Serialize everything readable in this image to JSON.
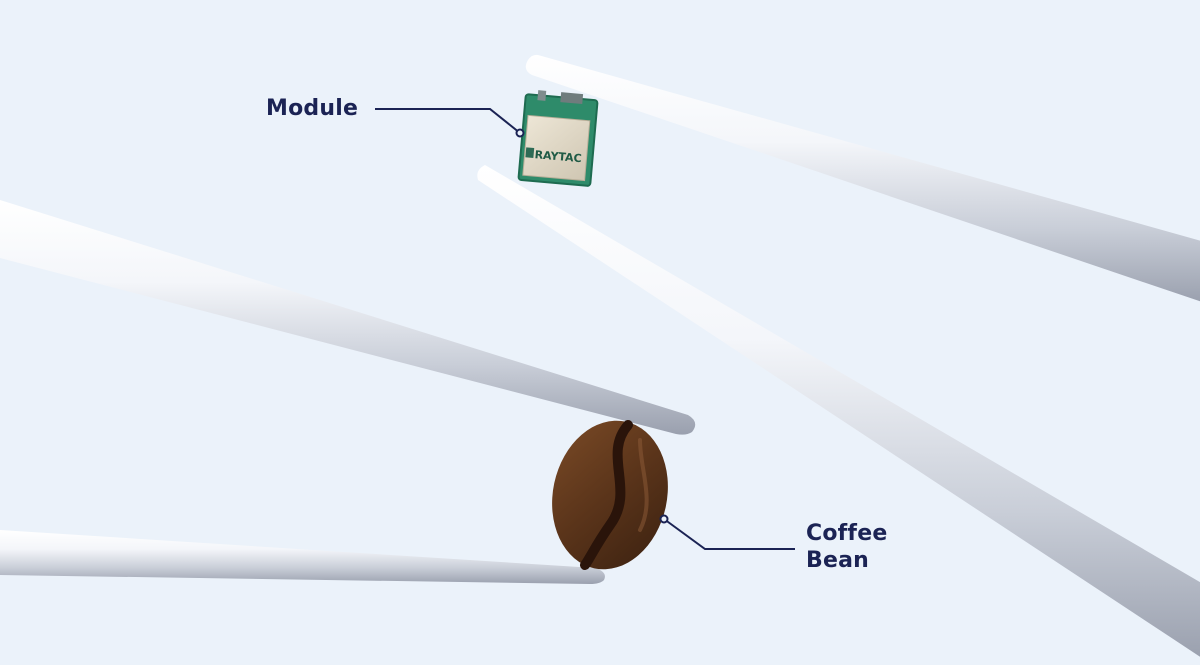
{
  "labels": {
    "module": "Module",
    "coffee_bean_line1": "Coffee",
    "coffee_bean_line2": "Bean"
  },
  "module_chip": {
    "brand_text": "RAYTAC"
  },
  "colors": {
    "background": "#EBF2FA",
    "label_text": "#1B2354",
    "callout_line": "#1B2354",
    "pcb_green": "#2E8B6A",
    "bean_brown": "#5A341A"
  }
}
